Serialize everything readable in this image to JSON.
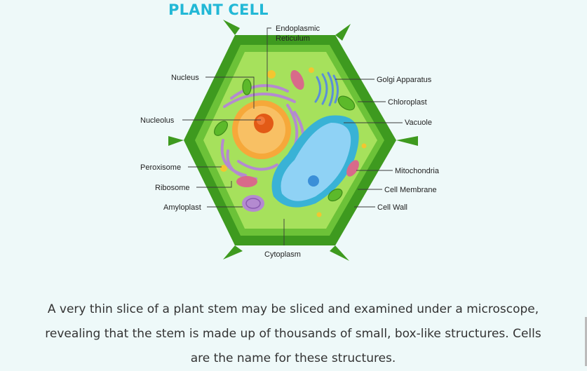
{
  "title": "PLANT CELL",
  "labels": {
    "endoplasmic_1": "Endoplasmic",
    "endoplasmic_2": "Reticulum",
    "nucleus": "Nucleus",
    "golgi": "Golgi Apparatus",
    "chloroplast": "Chloroplast",
    "nucleolus": "Nucleolus",
    "vacuole": "Vacuole",
    "peroxisome": "Peroxisome",
    "mitochondria": "Mitochondria",
    "ribosome": "Ribosome",
    "cell_membrane": "Cell Membrane",
    "amyloplast": "Amyloplast",
    "cell_wall": "Cell Wall",
    "cytoplasm": "Cytoplasm"
  },
  "caption": "A very thin slice of a plant stem may be sliced and examined under a microscope, revealing that the stem is made up of thousands of small, box-like structures. Cells are the name for these structures.",
  "colors": {
    "title": "#22b8d6",
    "cell_wall": "#3e9a1f",
    "cytoplasm": "#9bdc52",
    "nucleus": "#f6a83a",
    "nucleolus": "#e25a16",
    "vacuole": "#8fd2f5",
    "er": "#b48ad0",
    "golgi": "#5b8fd8",
    "chloroplast": "#5cb92a"
  }
}
